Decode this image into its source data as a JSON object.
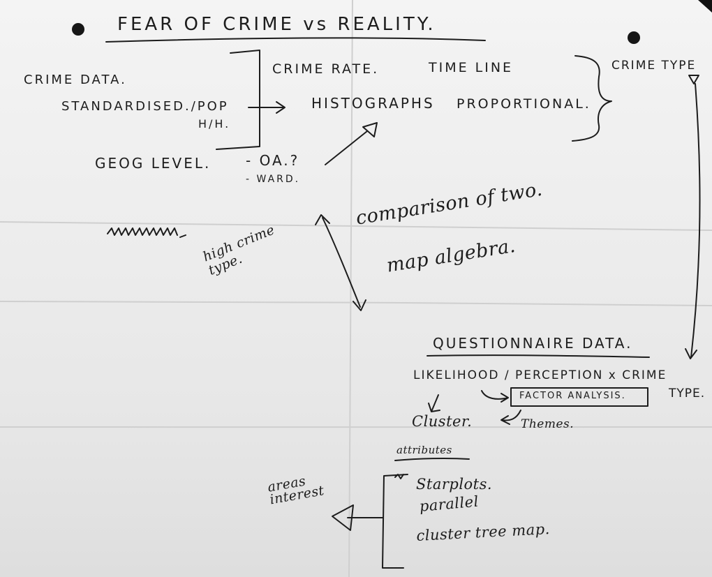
{
  "title": "FEAR OF CRIME vs REALITY.",
  "crime": {
    "data": "CRIME DATA.",
    "standardised": "STANDARDISED./POP",
    "hh": "H/H.",
    "geog_level": "GEOG LEVEL.",
    "oa": "- OA.?",
    "ward": "- WARD.",
    "crime_rate": "CRIME RATE.",
    "time_line": "TIME LINE",
    "histographs": "HISTOGRAPHS",
    "proportional": "PROPORTIONAL.",
    "crime_type": "CRIME TYPE"
  },
  "middle": {
    "comparison": "comparison of two.",
    "map_algebra": "map algebra.",
    "high_crime_type": "high crime\ntype."
  },
  "questionnaire": {
    "title": "QUESTIONNAIRE DATA.",
    "likelihood": "LIKELIHOOD / PERCEPTION x CRIME",
    "type": "TYPE.",
    "factor_analysis": "FACTOR ANALYSIS.",
    "cluster": "Cluster.",
    "themes": "Themes."
  },
  "attributes": {
    "heading": "attributes",
    "areas_interest": "areas\ninterest",
    "items": [
      "Starplots.",
      "parallel",
      "cluster tree map."
    ]
  }
}
